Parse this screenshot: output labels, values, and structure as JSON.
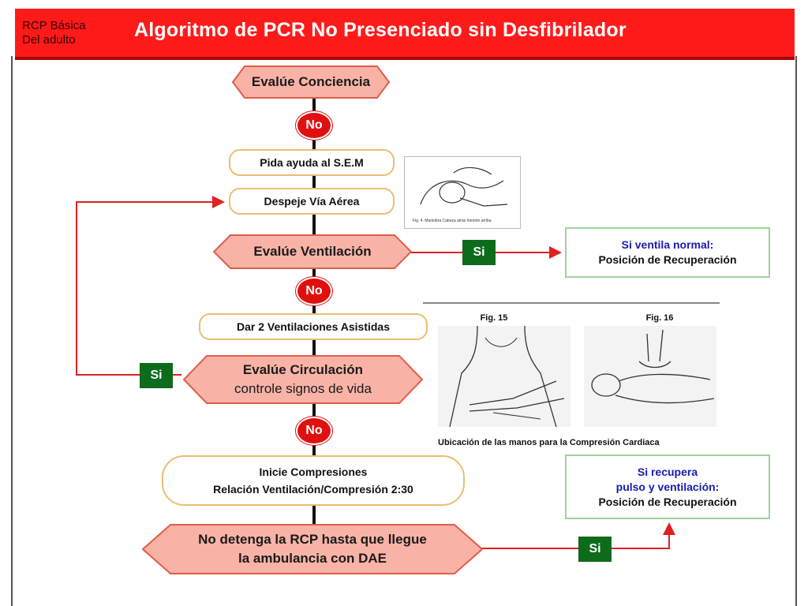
{
  "header": {
    "subtitle_line1": "RCP Básica",
    "subtitle_line2": "Del adulto",
    "title": "Algoritmo de PCR  No Presenciado sin Desfibrilador"
  },
  "colors": {
    "header_red": "#ff1a1a",
    "hex_fill": "#f9b3a6",
    "hex_border": "#e25c4a",
    "no_badge": "#e01010",
    "si_badge": "#0d6b1c",
    "arrow_red": "#e02020",
    "result_border": "#9ed49a",
    "result_blue_text": "#1a1ab0"
  },
  "flow": {
    "evalue_conciencia": "Evalúe Conciencia",
    "no_1": "No",
    "pida_ayuda": "Pida ayuda al S.E.M",
    "despeje": "Despeje Vía Aérea",
    "evalue_ventilacion": "Evalúe Ventilación",
    "si_ventilacion": "Si",
    "no_2": "No",
    "dar_ventilaciones": "Dar 2 Ventilaciones Asistidas",
    "evalue_circulacion_l1": "Evalúe Circulación",
    "evalue_circulacion_l2": "controle signos de vida",
    "si_circulacion": "Si",
    "no_3": "No",
    "inicie_l1": "Inicie Compresiones",
    "inicie_l2": "Relación Ventilación/Compresión 2:30",
    "no_detenga_l1": "No detenga la RCP hasta que llegue",
    "no_detenga_l2": "la ambulancia con DAE",
    "si_final": "Si"
  },
  "results": {
    "ventila_l1": "Si ventila normal:",
    "ventila_l2": "Posición de Recuperación",
    "recupera_l1": "Si recupera",
    "recupera_l2": "pulso y ventilación:",
    "recupera_l3": "Posición de Recuperación"
  },
  "figures": {
    "fig4_caption": "Fig. 4. Maniobra Cabeza atrás mentón arriba",
    "fig15_label": "Fig. 15",
    "fig16_label": "Fig. 16",
    "hands_caption": "Ubicación de las manos para la Compresión Cardiaca"
  }
}
